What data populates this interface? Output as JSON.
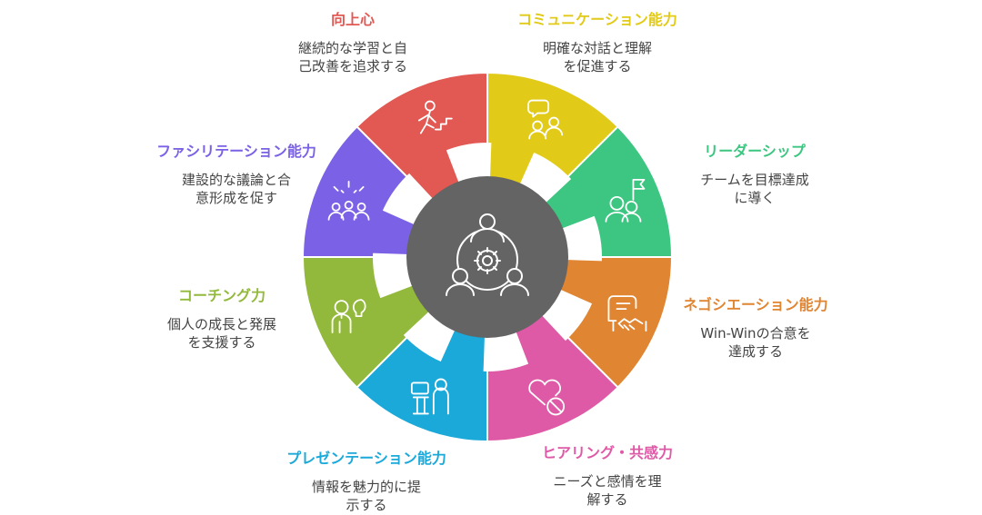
{
  "colors": {
    "center": "#646464",
    "icon_stroke": "#ffffff",
    "segments": [
      "#E25853",
      "#E2CA18",
      "#3DC681",
      "#E08532",
      "#DF5AA6",
      "#1BA9D9",
      "#93B93C",
      "#7B61E5"
    ]
  },
  "center_icon": "team-collaboration-gear-icon",
  "segments": [
    {
      "title": "向上心",
      "desc_lines": [
        "継続的な学習と自",
        "己改善を追求する"
      ],
      "icon": "climbing-stairs-icon"
    },
    {
      "title": "コミュニケーション能力",
      "desc_lines": [
        "明確な対話と理解",
        "を促進する"
      ],
      "icon": "chat-people-icon"
    },
    {
      "title": "リーダーシップ",
      "desc_lines": [
        "チームを目標達成",
        "に導く"
      ],
      "icon": "flag-leader-icon"
    },
    {
      "title": "ネゴシエーション能力",
      "desc_lines": [
        "Win-Winの合意を",
        "達成する"
      ],
      "icon": "contract-handshake-icon"
    },
    {
      "title": "ヒアリング・共感力",
      "desc_lines": [
        "ニーズと感情を理",
        "解する"
      ],
      "icon": "heart-pill-icon"
    },
    {
      "title": "プレゼンテーション能力",
      "desc_lines": [
        "情報を魅力的に提",
        "示する"
      ],
      "icon": "presenter-podium-icon"
    },
    {
      "title": "コーチング力",
      "desc_lines": [
        "個人の成長と発展",
        "を支援する"
      ],
      "icon": "coach-idea-icon"
    },
    {
      "title": "ファシリテーション能力",
      "desc_lines": [
        "建設的な議論と合",
        "意形成を促す"
      ],
      "icon": "group-celebration-icon"
    }
  ]
}
